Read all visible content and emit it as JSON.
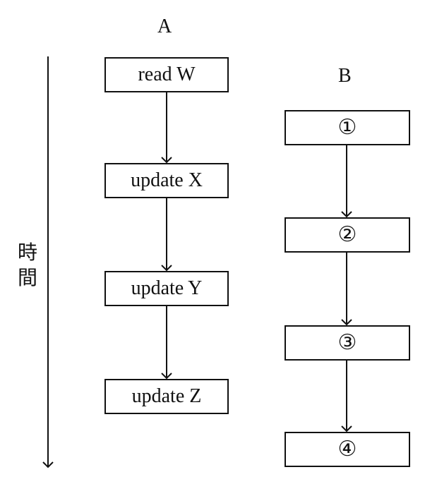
{
  "process_a": {
    "label": "A",
    "steps": [
      {
        "label": "read W"
      },
      {
        "label": "update X"
      },
      {
        "label": "update Y"
      },
      {
        "label": "update Z"
      }
    ]
  },
  "process_b": {
    "label": "B",
    "steps": [
      {
        "label": "①"
      },
      {
        "label": "②"
      },
      {
        "label": "③"
      },
      {
        "label": "④"
      }
    ]
  },
  "time_axis": {
    "label_line1": "時",
    "label_line2": "間"
  }
}
